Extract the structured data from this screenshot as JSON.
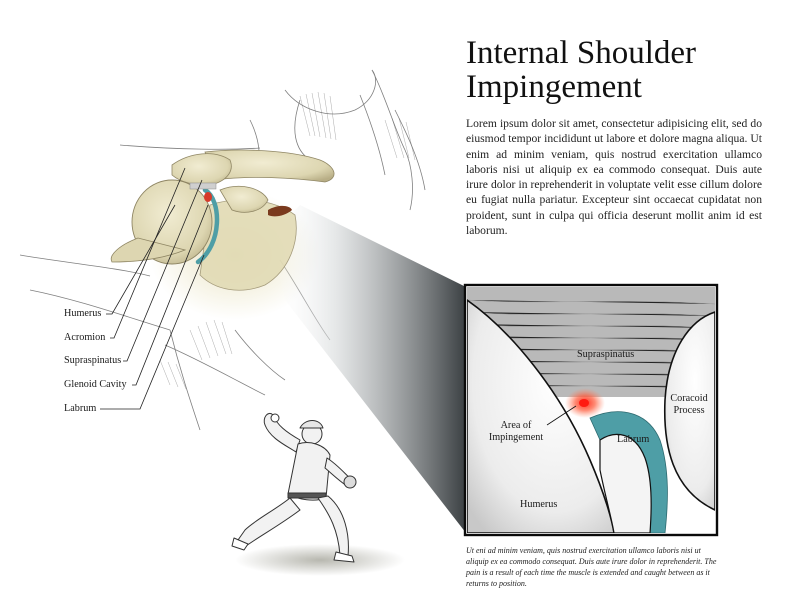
{
  "title": {
    "line1": "Internal Shoulder",
    "line2": "Impingement"
  },
  "body_text": "Lorem ipsum dolor sit amet, consectetur adipisicing elit, sed do eiusmod tempor incididunt ut labore et dolore magna aliqua. Ut enim ad minim veniam, quis nostrud exercitation ullamco laboris nisi ut aliquip ex ea commodo consequat. Duis aute irure dolor in reprehenderit in voluptate velit esse cillum dolore eu fugiat nulla pariatur. Excepteur sint occaecat cupidatat non proident, sunt in culpa qui officia deserunt mollit anim id est laborum.",
  "caption": "Ut eni ad minim veniam, quis nostrud exercitation ullamco laboris nisi ut aliquip ex ea commodo consequat. Duis aute irure dolor in reprehenderit. The pain is a result of each time the muscle is extended and caught between as it returns to position.",
  "anatomy_labels": {
    "humerus": "Humerus",
    "acromion": "Acromion",
    "supraspinatus": "Supraspinatus",
    "glenoid_cavity": "Glenoid Cavity",
    "labrum": "Labrum"
  },
  "inset_labels": {
    "supraspinatus": "Supraspinatus",
    "coracoid_line1": "Coracoid",
    "coracoid_line2": "Process",
    "area_line1": "Area of",
    "area_line2": "Impingement",
    "labrum": "Labrum",
    "humerus": "Humerus"
  },
  "colors": {
    "bone": "#e8e3c4",
    "bone_shadow": "#c9c19a",
    "labrum": "#4e9ea6",
    "muscle_red": "#d63a2a",
    "inset_tissue": "#b9b9b9"
  }
}
